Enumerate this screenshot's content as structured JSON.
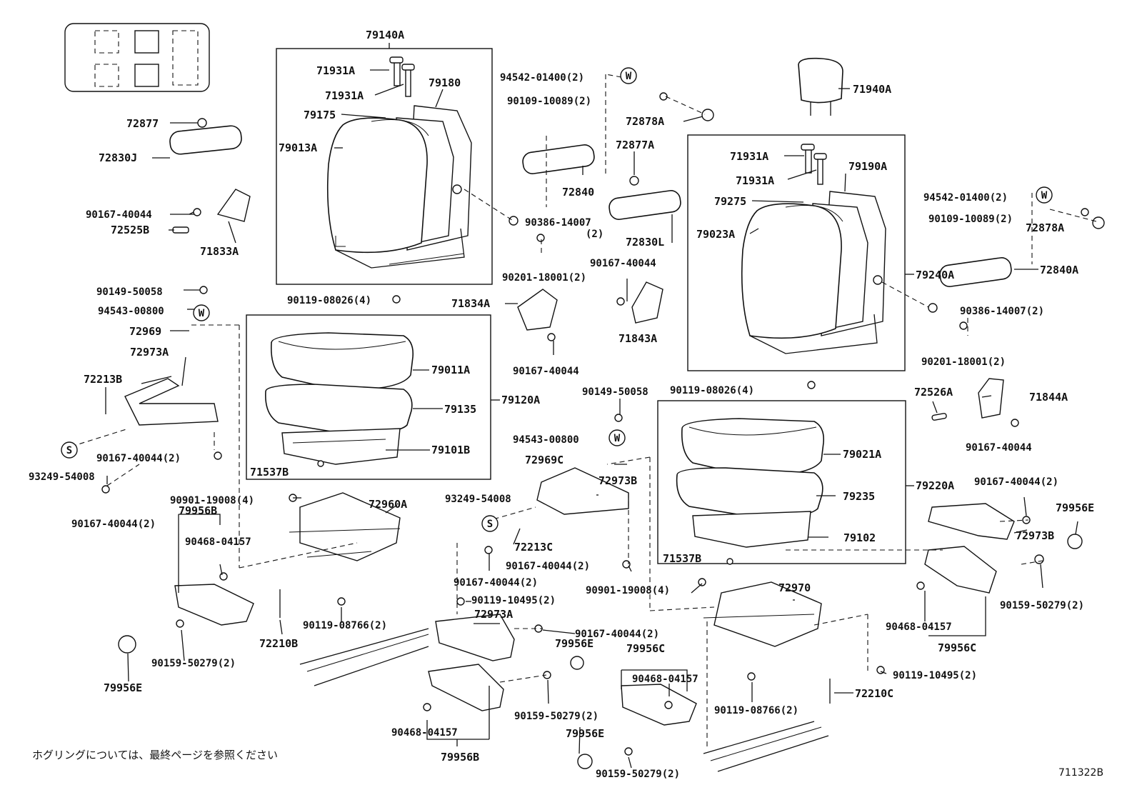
{
  "labels": {
    "p79140A": "79140A",
    "p71931A_1": "71931A",
    "p71931A_2": "71931A",
    "p79180": "79180",
    "p79175": "79175",
    "p79013A": "79013A",
    "p72877": "72877",
    "p72830J": "72830J",
    "p90167_40044_a": "90167-40044",
    "p72525B": "72525B",
    "p71833A": "71833A",
    "p94542_01400_a": "94542-01400(2)",
    "p90109_10089_a": "90109-10089(2)",
    "p72878A_a": "72878A",
    "p72877A": "72877A",
    "p72840": "72840",
    "p90386_14007_a": "90386-14007",
    "p90386_14007_a_qty": "(2)",
    "p72830L": "72830L",
    "p90201_18001_a": "90201-18001(2)",
    "p90167_40044_b": "90167-40044",
    "p71940A": "71940A",
    "p71931A_3": "71931A",
    "p71931A_4": "71931A",
    "p79190A": "79190A",
    "p79275": "79275",
    "p79023A": "79023A",
    "p94542_01400_b": "94542-01400(2)",
    "p90109_10089_b": "90109-10089(2)",
    "p72878A_b": "72878A",
    "p79240A": "79240A",
    "p72840A": "72840A",
    "p90386_14007_b": "90386-14007(2)",
    "p90201_18001_b": "90201-18001(2)",
    "p90149_50058_a": "90149-50058",
    "p94543_00800_a": "94543-00800",
    "p72969": "72969",
    "p72973A_a": "72973A",
    "p72213B": "72213B",
    "p90119_08026_a": "90119-08026(4)",
    "p71834A": "71834A",
    "p90167_40044_c": "90167-40044",
    "p71843A": "71843A",
    "p79011A": "79011A",
    "p79135": "79135",
    "p79120A": "79120A",
    "p79101B": "79101B",
    "p71537B_a": "71537B",
    "p90119_08026_b": "90119-08026(4)",
    "p72526A": "72526A",
    "p71844A": "71844A",
    "p90167_40044_d": "90167-40044",
    "p90167_40044_2_a": "90167-40044(2)",
    "p93249_54008_a": "93249-54008",
    "p90167_40044_2_b": "90167-40044(2)",
    "p90149_50058_b": "90149-50058",
    "p94543_00800_b": "94543-00800",
    "p72969C": "72969C",
    "p72973B_a": "72973B",
    "p79021A": "79021A",
    "p79235": "79235",
    "p79220A": "79220A",
    "p79102": "79102",
    "p71537B_b": "71537B",
    "p90167_40044_2_c": "90167-40044(2)",
    "p79956E_a": "79956E",
    "p72973B_b": "72973B",
    "p90901_19008_a": "90901-19008(4)",
    "p79956B_a": "79956B",
    "p72960A": "72960A",
    "p90468_04157_a": "90468-04157",
    "p93249_54008_b": "93249-54008",
    "p72213C": "72213C",
    "p90167_40044_2_d": "90167-40044(2)",
    "p90167_40044_2_e": "90167-40044(2)",
    "p90119_10495_a": "90119-10495(2)",
    "p90901_19008_b": "90901-19008(4)",
    "p72970": "72970",
    "p90159_50279_a": "90159-50279(2)",
    "p90468_04157_b": "90468-04157",
    "p79956C_a": "79956C",
    "p72973A_b": "72973A",
    "p90167_40044_2_f": "90167-40044(2)",
    "p90119_08766_a": "90119-08766(2)",
    "p72210B": "72210B",
    "p79956E_b": "79956E",
    "p79956C_b": "79956C",
    "p90159_50279_b": "90159-50279(2)",
    "p90468_04157_c": "90468-04157",
    "p90119_10495_b": "90119-10495(2)",
    "p79956E_c": "79956E",
    "p72210C": "72210C",
    "p90119_08766_b": "90119-08766(2)",
    "p90159_50279_c": "90159-50279(2)",
    "p90468_04157_d": "90468-04157",
    "p79956E_d": "79956E",
    "p79956B_b": "79956B",
    "p90159_50279_d": "90159-50279(2)"
  },
  "symbols": {
    "washer": "W",
    "screw": "S"
  },
  "footer": {
    "note_jp": "ホグリングについては、最終ページを参照ください",
    "drawing_id": "711322B"
  }
}
